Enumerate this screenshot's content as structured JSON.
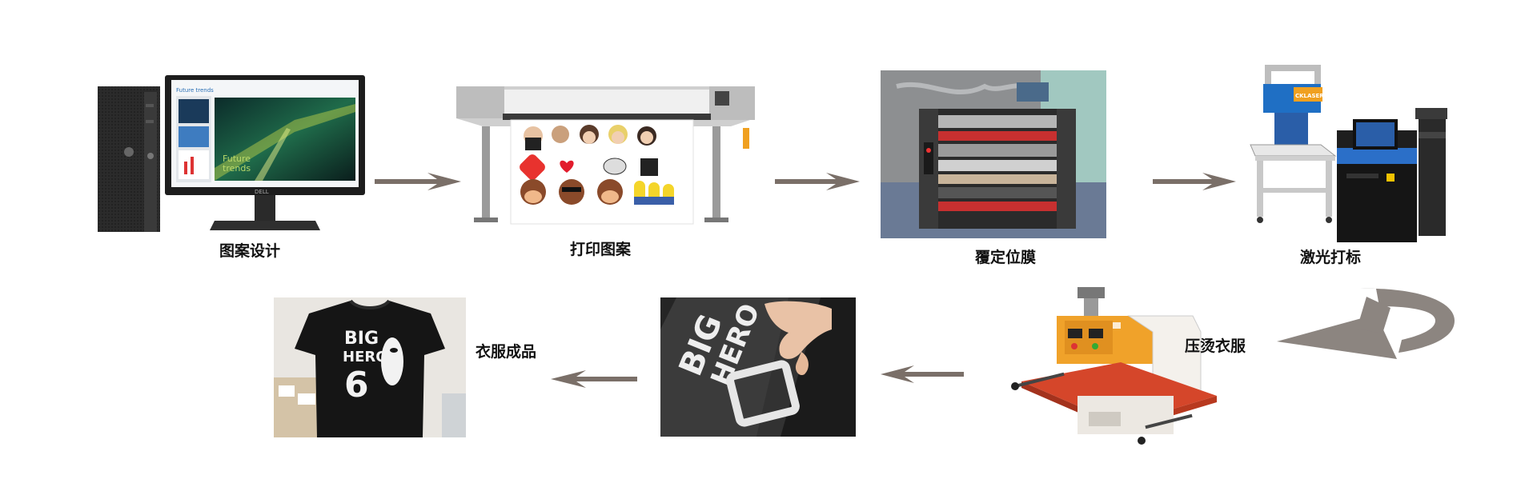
{
  "steps": [
    {
      "id": "design",
      "label": "图案设计"
    },
    {
      "id": "print",
      "label": "打印图案"
    },
    {
      "id": "laminate",
      "label": "覆定位膜"
    },
    {
      "id": "laser",
      "label": "激光打标"
    },
    {
      "id": "press",
      "label": "压烫衣服"
    },
    {
      "id": "peel",
      "label": ""
    },
    {
      "id": "finished",
      "label": "衣服成品"
    }
  ],
  "screen": {
    "title": "Future trends",
    "hero_line1": "Future",
    "hero_line2": "trends",
    "monitor_brand": "DELL"
  },
  "laser_brand": "CKLASER",
  "transfer_text": {
    "line1": "BIG",
    "line2": "HERO"
  },
  "shirt_text": {
    "line1": "BIG",
    "line2": "HERO",
    "number": "6"
  },
  "colors": {
    "arrow": "#7a6f68",
    "curved_arrow": "#8c8580",
    "label": "#111111"
  }
}
